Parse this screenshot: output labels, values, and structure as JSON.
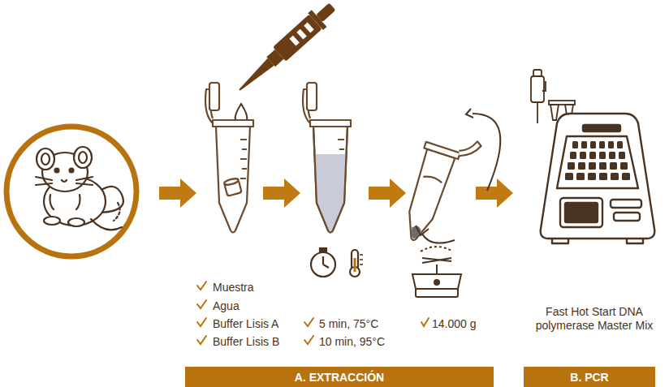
{
  "diagram": {
    "nodes": [
      {
        "text": [
          "A. EXTRACCIÓN"
        ]
      },
      {
        "text": [
          "B. PCR"
        ]
      }
    ],
    "labels": [
      "Muestra",
      "Agua",
      "Buffer Lisis A",
      "Buffer Lisis B",
      "5 min, 75°C",
      "10 min, 95°C",
      "14.000 g",
      "Fast Hot Start DNA polymerase Master Mix"
    ]
  }
}
